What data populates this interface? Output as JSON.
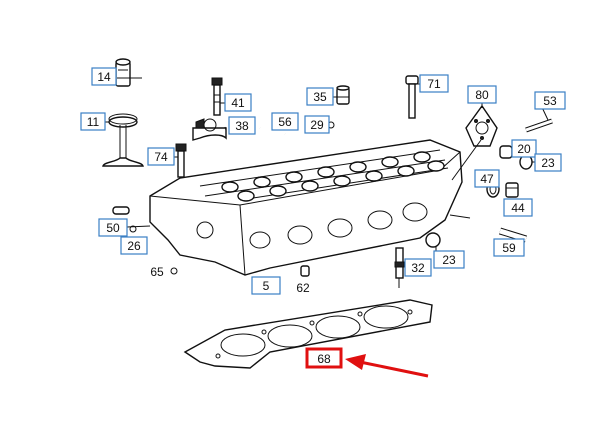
{
  "diagram": {
    "callouts": {
      "p14": "14",
      "p11": "11",
      "p41": "41",
      "p38": "38",
      "p56": "56",
      "p35": "35",
      "p29": "29",
      "p71": "71",
      "p80": "80",
      "p53": "53",
      "p74": "74",
      "p20": "20",
      "p23a": "23",
      "p47": "47",
      "p44": "44",
      "p50": "50",
      "p26": "26",
      "p65": "65",
      "p5": "5",
      "p62": "62",
      "p32": "32",
      "p23b": "23",
      "p59": "59",
      "p68": "68"
    },
    "colors": {
      "callout_border": "#3a7fc4",
      "highlight": "#e01010",
      "line": "#111111"
    }
  }
}
